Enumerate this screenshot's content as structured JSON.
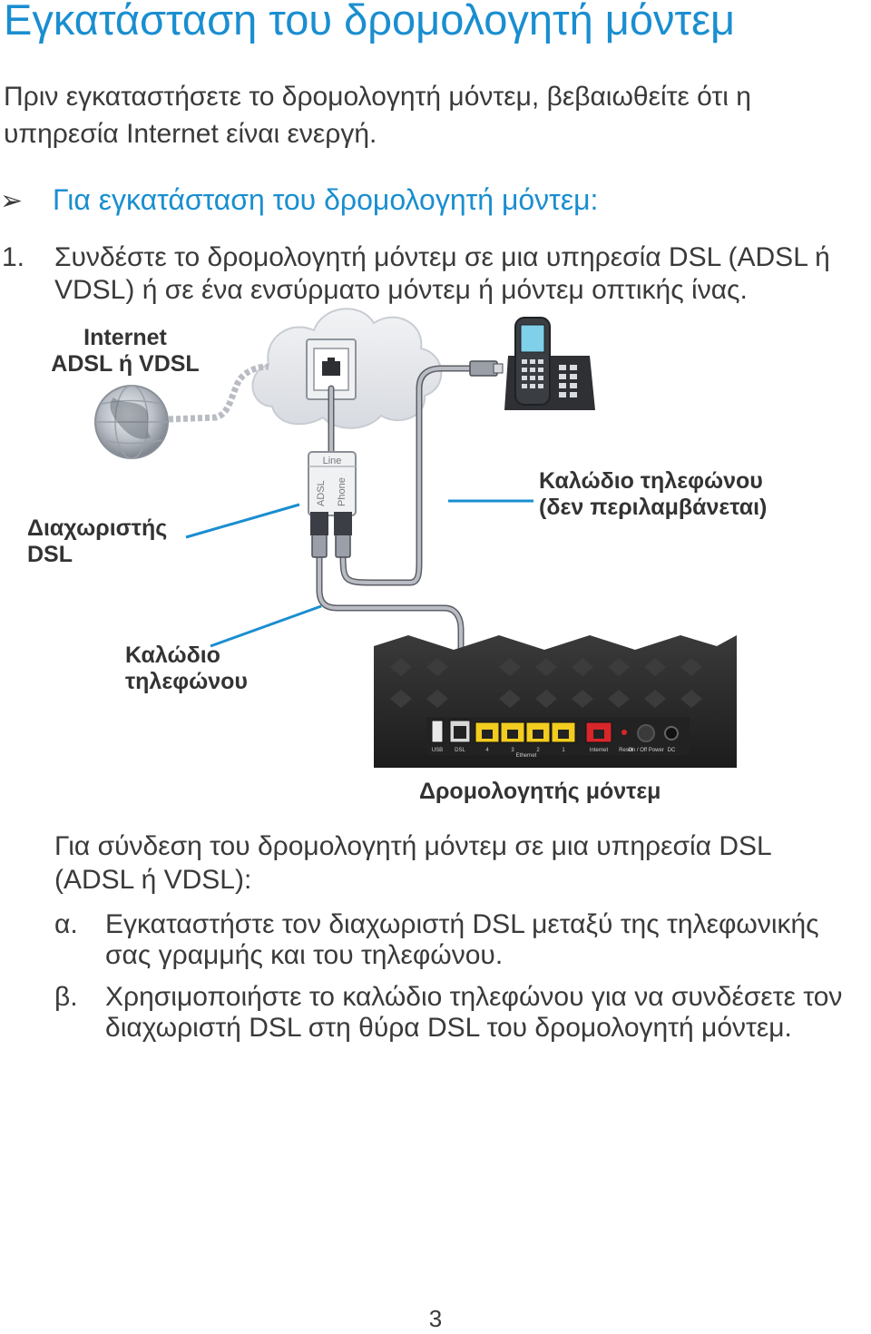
{
  "title": "Εγκατάσταση του δρομολογητή μόντεμ",
  "intro": "Πριν εγκαταστήσετε το δρομολογητή μόντεμ, βεβαιωθείτε ότι η υπηρεσία Internet είναι ενεργή.",
  "procedure": {
    "heading": "Για εγκατάσταση του δρομολογητή μόντεμ:",
    "step1_number": "1.",
    "step1_text": "Συνδέστε το δρομολογητή μόντεμ σε μια υπηρεσία DSL (ADSL ή VDSL) ή σε ένα ενσύρματο μόντεμ ή μόντεμ οπτικής ίνας."
  },
  "diagram": {
    "internet_label_line1": "Internet",
    "internet_label_line2": "ADSL ή VDSL",
    "splitter_text_line": "Line",
    "splitter_text_adsl": "ADSL",
    "splitter_text_phone": "Phone",
    "splitter_label_line1": "Διαχωριστής",
    "splitter_label_line2": "DSL",
    "phone_cable_label_line1": "Καλώδιο τηλεφώνου",
    "phone_cable_label_line2": "(δεν περιλαμβάνεται)",
    "cable_label_line1": "Καλώδιο",
    "cable_label_line2": "τηλεφώνου",
    "router_label": "Δρομολογητής μόντεμ",
    "router_ports": [
      "USB",
      "DSL",
      "4",
      "3",
      "2",
      "1",
      "Internet",
      "Reset",
      "On / Off Power",
      "DC"
    ],
    "router_ethernet_label": "Ethernet",
    "colors": {
      "accent": "#1a8ed0",
      "lan_port": "#f2cc1f",
      "wan_port": "#d9262a",
      "router_body": "#2b2b2b"
    }
  },
  "substeps": {
    "intro": "Για σύνδεση του δρομολογητή μόντεμ σε μια υπηρεσία DSL (ADSL ή VDSL):",
    "a_marker": "α.",
    "a_text": "Εγκαταστήστε τον διαχωριστή DSL μεταξύ της τηλεφωνικής σας γραμμής και του τηλεφώνου.",
    "b_marker": "β.",
    "b_text": "Χρησιμοποιήστε το καλώδιο τηλεφώνου για να συνδέσετε τον διαχωριστή DSL στη θύρα DSL του δρομολογητή μόντεμ."
  },
  "page_number": "3"
}
